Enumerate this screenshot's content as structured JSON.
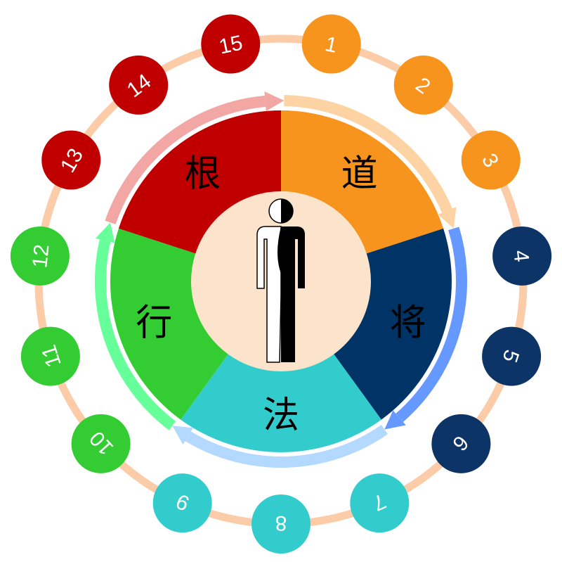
{
  "title": "Five-factor cycle diagram",
  "segments": [
    {
      "label": "道",
      "color": "#F7941D",
      "arrow_color": "#FDD3A3"
    },
    {
      "label": "将",
      "color": "#003366",
      "arrow_color": "#6699FF"
    },
    {
      "label": "法",
      "color": "#33CCCC",
      "arrow_color": "#B3D9FF"
    },
    {
      "label": "行",
      "color": "#33CC33",
      "arrow_color": "#66FF99"
    },
    {
      "label": "根",
      "color": "#C00000",
      "arrow_color": "#F2A7A5"
    }
  ],
  "steps": [
    {
      "label": "1",
      "color": "#F7941D"
    },
    {
      "label": "2",
      "color": "#F7941D"
    },
    {
      "label": "3",
      "color": "#F7941D"
    },
    {
      "label": "4",
      "color": "#0D3466"
    },
    {
      "label": "5",
      "color": "#0D3466"
    },
    {
      "label": "6",
      "color": "#0D3466"
    },
    {
      "label": "7",
      "color": "#33CCCC"
    },
    {
      "label": "8",
      "color": "#33CCCC"
    },
    {
      "label": "9",
      "color": "#33CCCC"
    },
    {
      "label": "10",
      "color": "#33CC33"
    },
    {
      "label": "11",
      "color": "#33CC33"
    },
    {
      "label": "12",
      "color": "#33CC33"
    },
    {
      "label": "13",
      "color": "#C00000"
    },
    {
      "label": "14",
      "color": "#C00000"
    },
    {
      "label": "15",
      "color": "#C00000"
    }
  ],
  "ring_color": "#FCCBA8",
  "center_color": "#FCE4CC"
}
